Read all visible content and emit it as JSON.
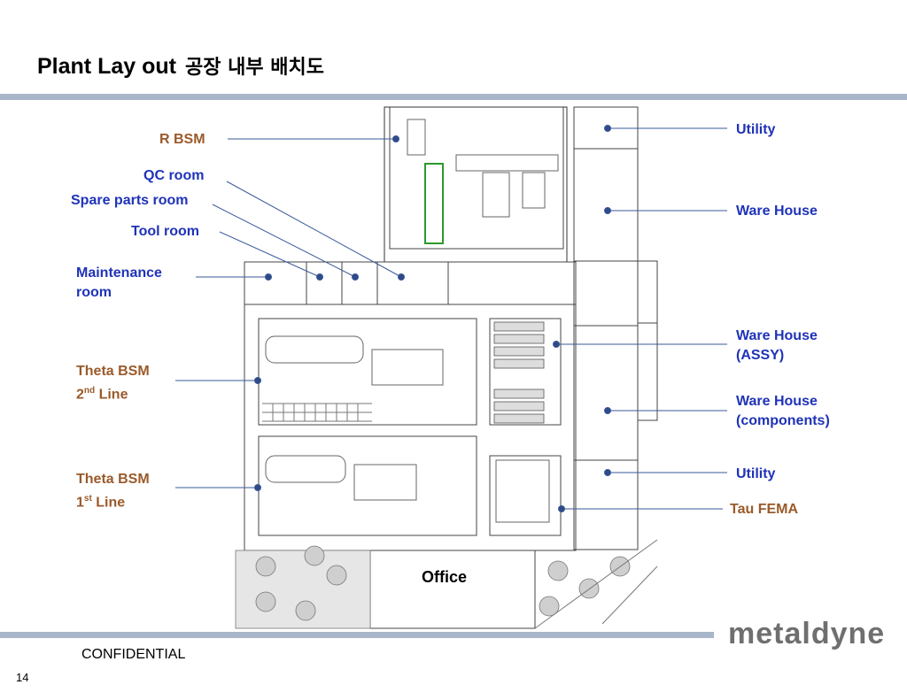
{
  "title": {
    "main": "Plant Lay out",
    "korean": "공장 내부 배치도"
  },
  "labels": {
    "r_bsm": "R BSM",
    "qc_room": "QC room",
    "spare_parts_room": "Spare parts room",
    "tool_room": "Tool room",
    "maintenance_1": "Maintenance",
    "maintenance_2": "room",
    "theta2_1": "Theta BSM",
    "theta2_2a": "2",
    "theta2_sup": "nd",
    "theta2_2b": " Line",
    "theta1_1": "Theta BSM",
    "theta1_2a": "1",
    "theta1_sup": "st",
    "theta1_2b": " Line",
    "utility_top": "Utility",
    "ware_house": "Ware House",
    "wh_assy_1": "Ware House",
    "wh_assy_2": "(ASSY)",
    "wh_comp_1": "Ware House",
    "wh_comp_2": "(components)",
    "utility_bottom": "Utility",
    "tau_fema": "Tau FEMA",
    "office": "Office"
  },
  "footer": {
    "confidential": "CONFIDENTIAL",
    "page_number": "14",
    "logo": "metaldyne"
  },
  "colors": {
    "label_blue": "#1f33b8",
    "label_brown": "#9a5a2a",
    "leader_line": "#3a5a9a",
    "rule": "#a9b6c9"
  }
}
